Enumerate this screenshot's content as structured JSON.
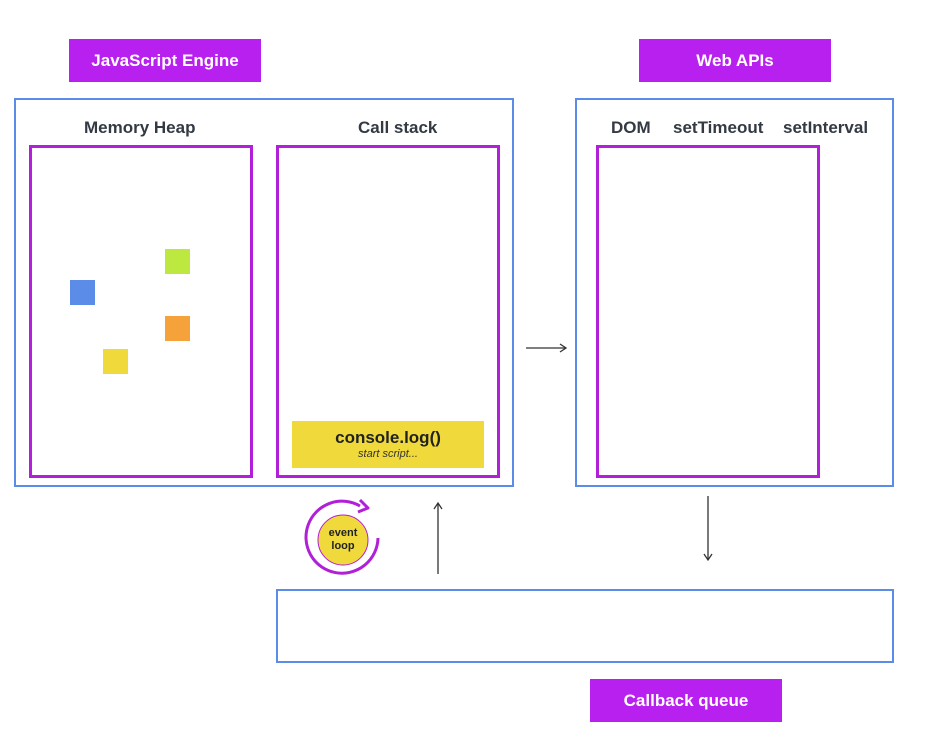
{
  "colors": {
    "tag_background": "#b820f0",
    "blue_border": "#5b8de8",
    "purple_border": "#b21fd8",
    "heap_green": "#bde83f",
    "heap_blue": "#5b8de8",
    "heap_orange": "#f6a23a",
    "heap_yellow": "#f0d93a",
    "console_card": "#f0d93a",
    "event_loop_circle": "#f0d93a"
  },
  "engine": {
    "tag": "JavaScript Engine",
    "memory_heap_label": "Memory Heap",
    "call_stack_label": "Call stack",
    "call_stack_frames": [
      {
        "title": "console.log()",
        "subtitle": "start script..."
      }
    ]
  },
  "web_apis": {
    "tag": "Web APIs",
    "labels": [
      "DOM",
      "setTimeout",
      "setInterval"
    ]
  },
  "event_loop": {
    "line1": "event",
    "line2": "loop"
  },
  "callback_queue": {
    "tag": "Callback queue"
  }
}
